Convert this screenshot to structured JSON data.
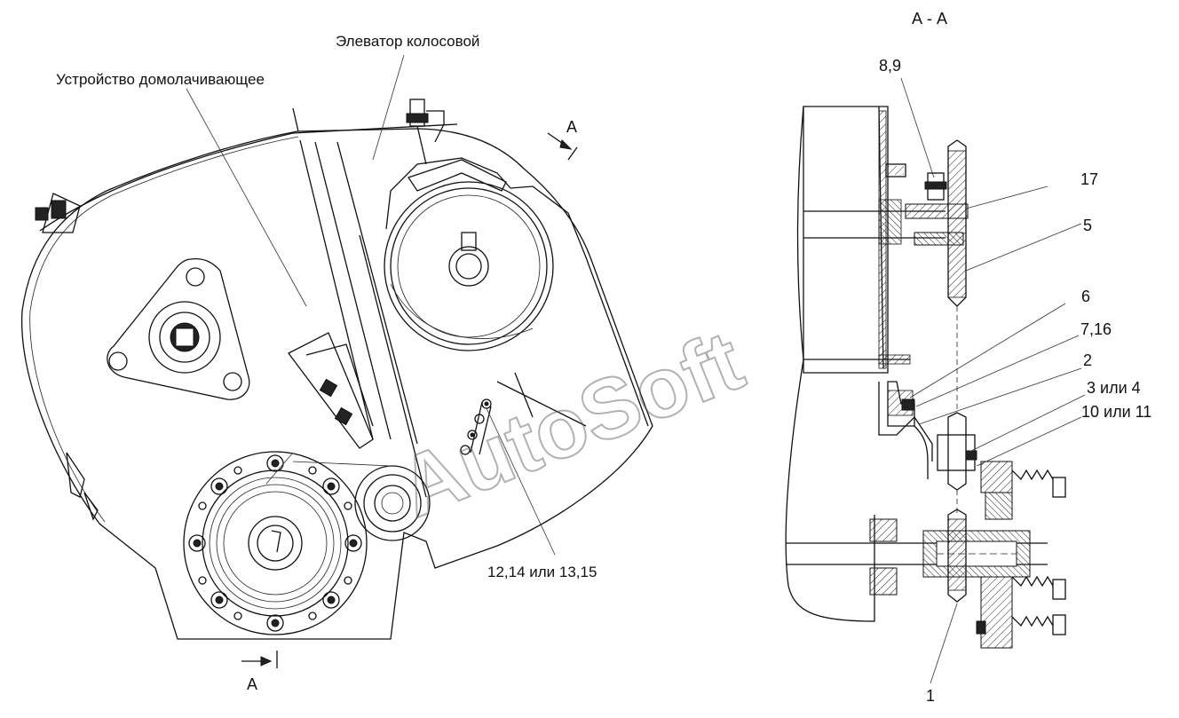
{
  "section_title": "А - А",
  "labels": {
    "threshing_device": "Устройство домолачивающее",
    "ear_elevator": "Элеватор колосовой",
    "cut_top": "А",
    "cut_bottom": "А",
    "parts_chain": "12,14 или 13,15"
  },
  "callouts": [
    {
      "id": "c89",
      "text": "8,9"
    },
    {
      "id": "c17",
      "text": "17"
    },
    {
      "id": "c5",
      "text": "5"
    },
    {
      "id": "c6",
      "text": "6"
    },
    {
      "id": "c716",
      "text": "7,16"
    },
    {
      "id": "c2",
      "text": "2"
    },
    {
      "id": "c34",
      "text": "3 или 4"
    },
    {
      "id": "c1011",
      "text": "10 или 11"
    },
    {
      "id": "c1",
      "text": "1"
    }
  ],
  "watermark": "AutoSoft"
}
